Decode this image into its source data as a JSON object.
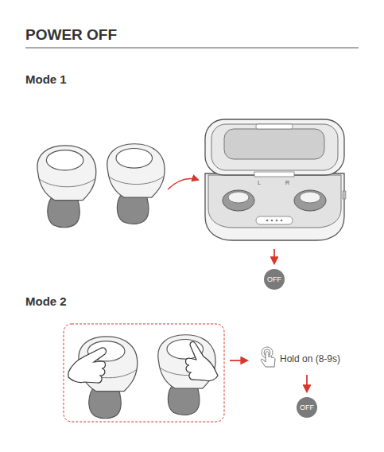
{
  "diagram": {
    "title": "POWER OFF",
    "nodes": [
      {
        "text": [
          "OFF"
        ]
      },
      {
        "text": [
          "OFF"
        ]
      }
    ],
    "labels": [
      "Mode 1",
      "L",
      "R",
      "Mode 2",
      "Hold on (8-9s)"
    ]
  }
}
